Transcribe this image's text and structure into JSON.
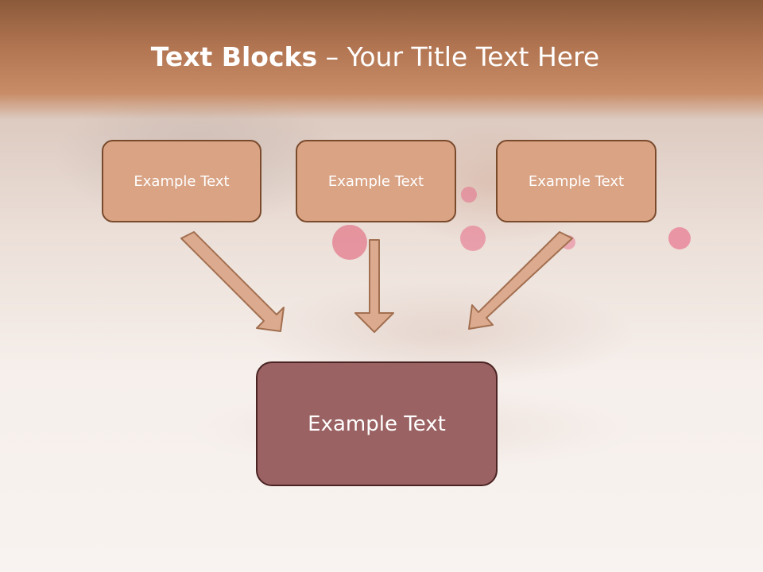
{
  "title": {
    "bold": "Text Blocks",
    "dash": " – ",
    "rest": "Your Title Text Here"
  },
  "boxes": {
    "left": "Example Text",
    "center": "Example Text",
    "right": "Example Text"
  },
  "main_box": "Example Text",
  "colors": {
    "banner": "#b27552",
    "box_fill": "#d9a384",
    "box_border": "#7a4a2c",
    "main_fill": "#9a6262",
    "main_border": "#4a2323",
    "arrow_fill": "#dcab8f",
    "arrow_stroke": "#a26f50"
  }
}
